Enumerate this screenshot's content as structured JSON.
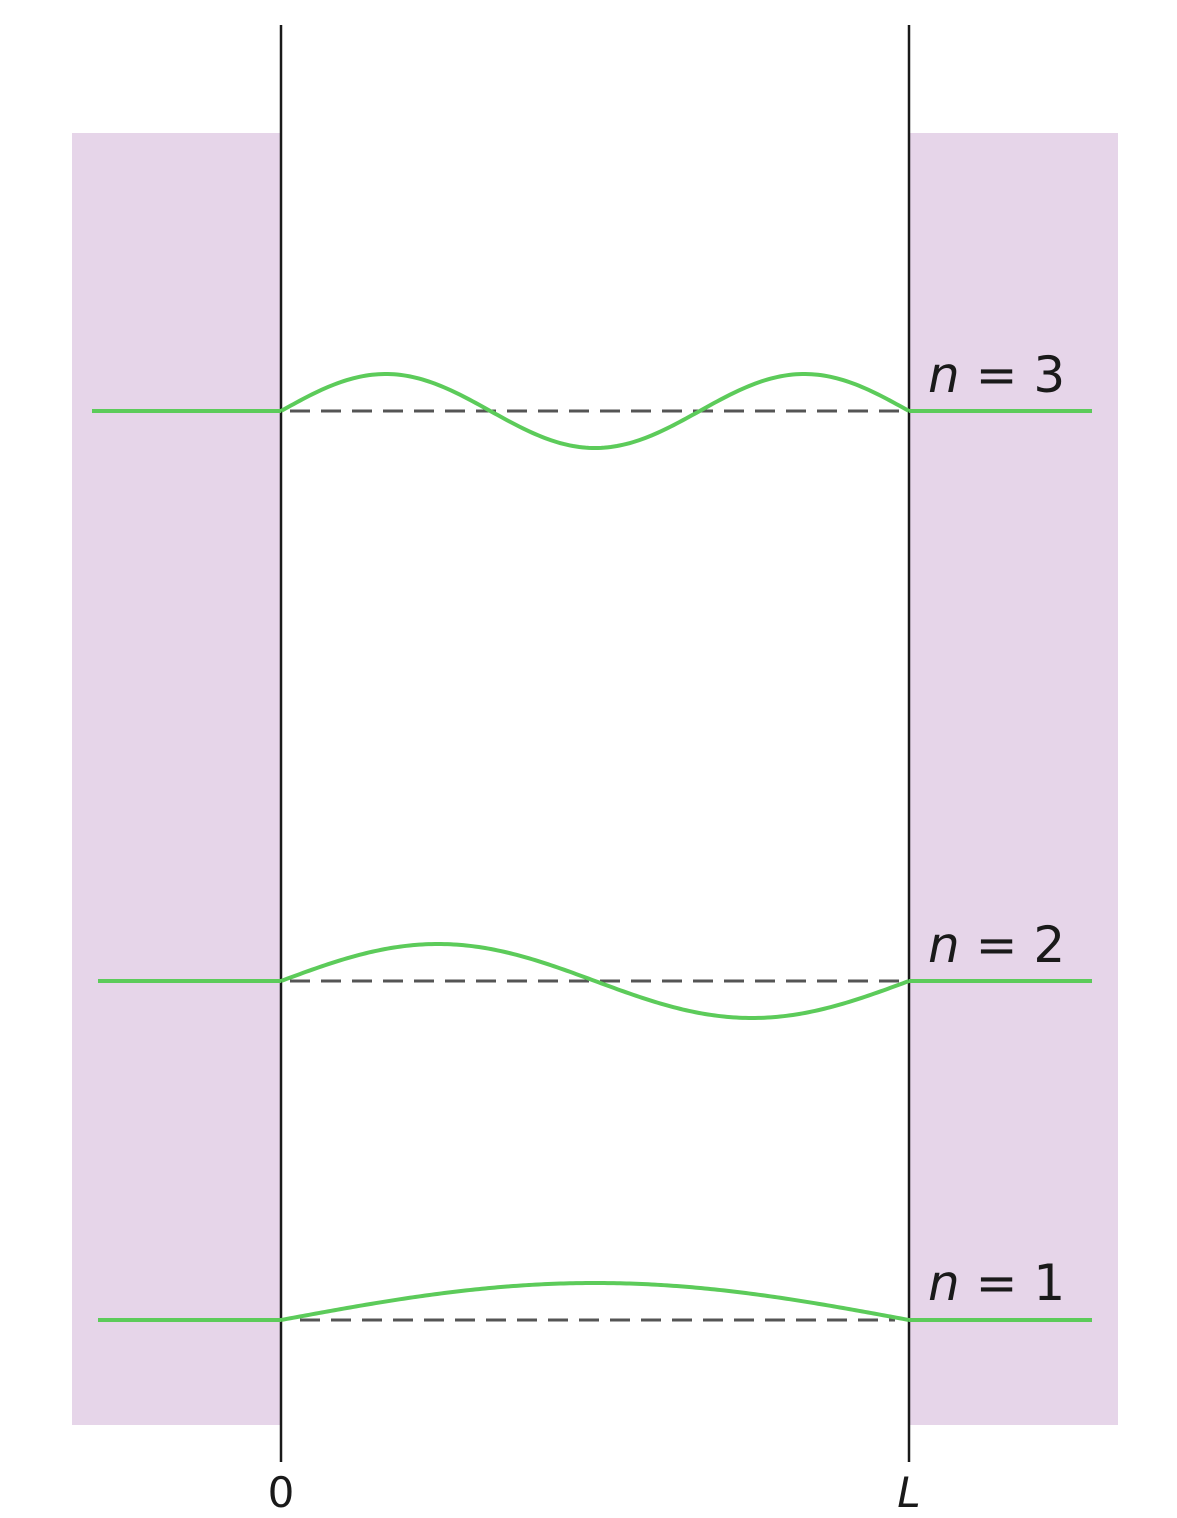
{
  "colors": {
    "barrier": "#e6d5e9",
    "wave": "#5ccb5a",
    "wall": "#1a1a1a",
    "baseline": "#555555"
  },
  "axis": {
    "left_label": "0",
    "right_label": "L"
  },
  "levels": [
    {
      "n": 3,
      "var": "n",
      "eq": " = ",
      "num": "3"
    },
    {
      "n": 2,
      "var": "n",
      "eq": " = ",
      "num": "2"
    },
    {
      "n": 1,
      "var": "n",
      "eq": " = ",
      "num": "1"
    }
  ]
}
